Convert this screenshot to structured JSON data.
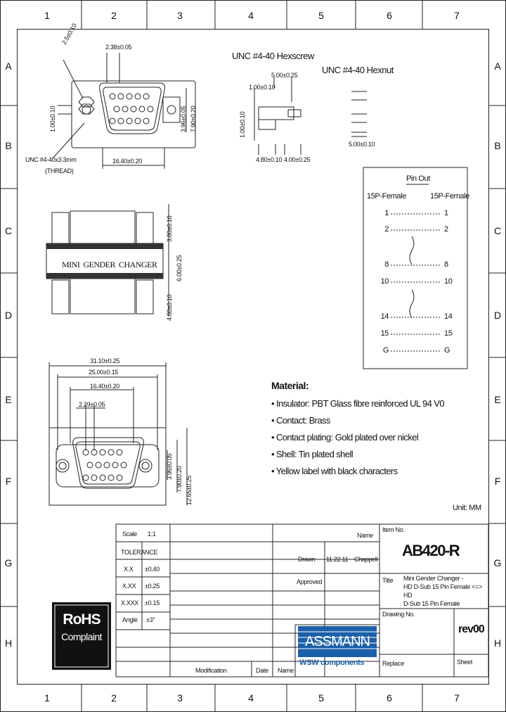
{
  "frame": {
    "columns": [
      "1",
      "2",
      "3",
      "4",
      "5",
      "6",
      "7"
    ],
    "rows": [
      "A",
      "B",
      "C",
      "D",
      "E",
      "F",
      "G",
      "H"
    ]
  },
  "top_view": {
    "dim_width": "2.38±0.05",
    "dim_angle": "2.5±0.10",
    "dim_height_left": "1.00±0.10",
    "dim_overall": "16.40±0.20",
    "dim_right_a": "3.96±0.05",
    "dim_right_b": "7.90±0.20",
    "thread_line1": "UNC #4-40x3.3mm",
    "thread_line2": "(THREAD)"
  },
  "hexscrew": {
    "title": "UNC #4-40 Hexscrew",
    "dim_top": "5.00±0.25",
    "dim_head": "1.00±0.10",
    "dim_left": "1.00±0.10",
    "dim_bottom_a": "4.80±0.10",
    "dim_bottom_b": "4.00±0.25"
  },
  "hexnut": {
    "title": "UNC #4-40 Hexnut",
    "dim": "5.00±0.10"
  },
  "side_view": {
    "label": "MINI  GENDER  CHANGER",
    "dim_a": "3.80±0.10",
    "dim_b": "6.00±0.25",
    "dim_c": "4.80±0.10"
  },
  "bottom_view": {
    "dim_a": "31.10±0.25",
    "dim_b": "25.00±0.15",
    "dim_c": "16.40±0.20",
    "dim_d": "2.29±0.05",
    "dim_r1": "3.96±0.05",
    "dim_r2": "7.90±0.20",
    "dim_r3": "12.65±0.25"
  },
  "pinout": {
    "title": "Pin Out",
    "left_header": "15P-Female",
    "right_header": "15P-Female",
    "rows": [
      {
        "l": "1",
        "r": "1"
      },
      {
        "l": "2",
        "r": "2"
      },
      {
        "l": "8",
        "r": "8"
      },
      {
        "l": "10",
        "r": "10"
      },
      {
        "l": "14",
        "r": "14"
      },
      {
        "l": "15",
        "r": "15"
      },
      {
        "l": "G",
        "r": "G"
      }
    ]
  },
  "material": {
    "title": "Material:",
    "items": [
      "Insulator: PBT Glass fibre reinforced UL 94 V0",
      "Contact: Brass",
      "Contact plating: Gold plated over nickel",
      "Shell: Tin plated shell",
      "Yellow label with black characters"
    ],
    "unit": "Unit: MM"
  },
  "title_block": {
    "scale_label": "Scale",
    "scale_value": "1:1",
    "tolerance_label": "TOLERANCE",
    "tolerances": [
      {
        "k": "X.X",
        "v": "±0.40"
      },
      {
        "k": "X.XX",
        "v": "±0.25"
      },
      {
        "k": "X.XXX",
        "v": "±0.15"
      },
      {
        "k": "Angle",
        "v": "±3°"
      }
    ],
    "name_label": "Name",
    "drawn_label": "Drawn",
    "drawn_date": "11.22.11",
    "drawn_name": "Chappell",
    "approved_label": "Approved",
    "item_no_label": "Item No.",
    "item_no": "AB420-R",
    "title_label": "Title",
    "title_text": [
      "Mini Gender Changer -",
      "HD D-Sub 15 Pin Female <=> HD",
      "D-Sub 15 Pin Female"
    ],
    "drawing_no_label": "Drawing No.",
    "rev": "rev00",
    "replace_label": "Replace",
    "sheet_label": "Sheet",
    "modification_label": "Modification",
    "date_label": "Date",
    "name_label2": "Name",
    "brand": "ASSMANN",
    "brand_sub": "WSW components",
    "rohs_line1": "RoHS",
    "rohs_line2": "Complaint"
  }
}
